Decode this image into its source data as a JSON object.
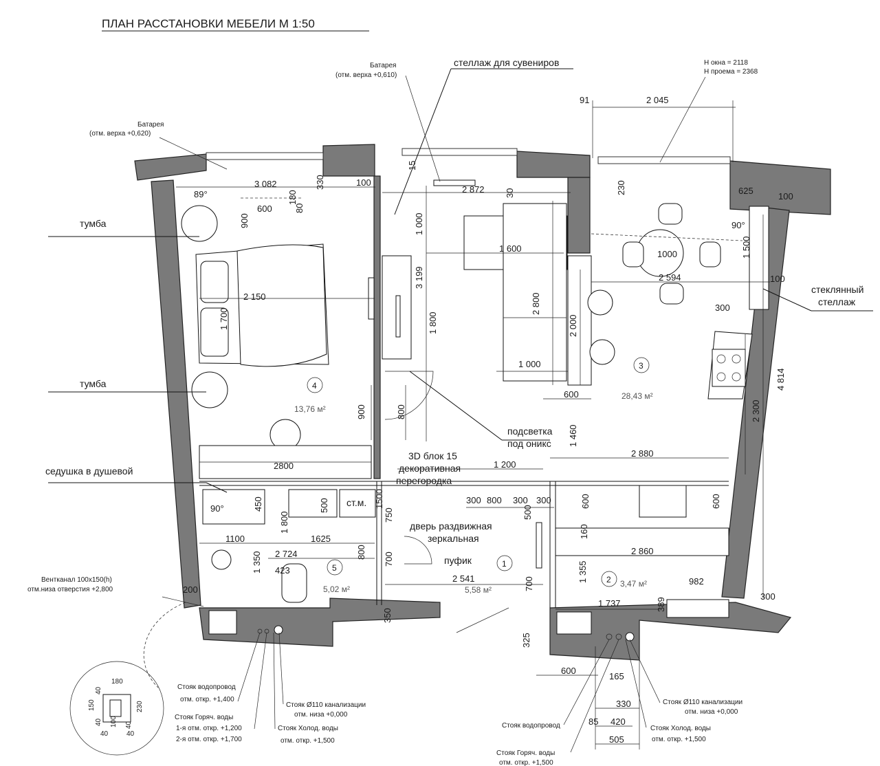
{
  "title": "ПЛАН РАССТАНОВКИ МЕБЕЛИ   М 1:50",
  "callouts": {
    "battery1": "Батарея",
    "battery1_sub": "(отм. верха +0,620)",
    "battery2": "Батарея",
    "battery2_sub": "(отм. верха +0,610)",
    "souvenir_shelf": "стеллаж для сувениров",
    "window_h": "Н окна = 2118",
    "opening_h": "Н проема = 2368",
    "tumba1": "тумба",
    "tumba2": "тумба",
    "glass_shelf_1": "стеклянный",
    "glass_shelf_2": "стеллаж",
    "shower_seat": "седушка в душевой",
    "onyx_light_1": "подсветка",
    "onyx_light_2": "под оникс",
    "block_1": "3D блок 15",
    "block_2": "декоративная",
    "block_3": "перегородка",
    "mirror_door_1": "дверь раздвижная",
    "mirror_door_2": "зеркальная",
    "pouf": "пуфик",
    "vent_1": "Вентканал 100х150(h)",
    "vent_2": "отм.низа отверстия +2,800",
    "riser_water_l1": "Стояк водопровод",
    "riser_water_l2": "отм. откр. +1,400",
    "riser_hot_l1": "Стояк Горяч. воды",
    "riser_hot_l2": "1-я отм. откр. +1,200",
    "riser_hot_l3": "2-я отм. откр. +1,700",
    "riser_sewer_l1": "Стояк Ø110 канализации",
    "riser_sewer_l2": "отм. низа +0,000",
    "riser_cold_l1": "Стояк Холод. воды",
    "riser_cold_l2": "отм. откр. +1,500",
    "riser_water_r": "Стояк водопровод",
    "riser_hot_r1": "Стояк Горяч. воды",
    "riser_hot_r2": "отм. откр. +1,500",
    "riser_sewer_r1": "Стояк Ø110 канализации",
    "riser_sewer_r2": "отм. низа +0,000",
    "riser_cold_r1": "Стояк Холод. воды",
    "riser_cold_r2": "отм. откр. +1,500",
    "washer": "ст.м."
  },
  "rooms": [
    {
      "number": "4",
      "area": "13,76 м²"
    },
    {
      "number": "3",
      "area": "28,43 м²"
    },
    {
      "number": "5",
      "area": "5,02 м²"
    },
    {
      "number": "1",
      "area": "5,58 м²"
    },
    {
      "number": "2",
      "area": "3,47 м²"
    }
  ],
  "dims": {
    "d91": "91",
    "d2045": "2 045",
    "d230": "230",
    "d625": "625",
    "d100a": "100",
    "d3082": "3 082",
    "d330": "330",
    "d100b": "100",
    "d89": "89°",
    "d600a": "600",
    "d180": "180",
    "d80": "80",
    "d900a": "900",
    "d15": "15",
    "d2872": "2 872",
    "d30": "30",
    "d1000a": "1 000",
    "d3199": "3 199",
    "d1800a": "1 800",
    "d1600": "1 600",
    "d2800": "2 800",
    "d2000": "2 000",
    "d1000b": "1 000",
    "d600b": "600",
    "d2150": "2 150",
    "d1700": "1 700",
    "d1000c": "1000",
    "d2594": "2 594",
    "d1500": "1 500",
    "d90a": "90°",
    "d100c": "100",
    "d300a": "300",
    "d4814": "4 814",
    "d2300": "2 300",
    "d900b": "900",
    "d800a": "800",
    "d1460": "1 460",
    "d2880": "2 880",
    "d1200": "1 200",
    "d2800b": "2800",
    "d1500b": "1500",
    "d450": "450",
    "d1800b": "1 800",
    "d500": "500",
    "d750": "750",
    "d90b": "90°",
    "d1100": "1100",
    "d1625": "1625",
    "d300b": "300",
    "d800b": "800",
    "d300c": "300",
    "d300d": "300",
    "d600c": "600",
    "d600d": "600",
    "d500b": "500",
    "d160": "160",
    "d1350": "1 350",
    "d2724": "2 724",
    "d800c": "800",
    "d700a": "700",
    "d423": "423",
    "d2541": "2 541",
    "d2860": "2 860",
    "d1355": "1 355",
    "d982": "982",
    "d700b": "700",
    "d200": "200",
    "d1737": "1 737",
    "d389": "389",
    "d300e": "300",
    "d350": "350",
    "d325": "325",
    "d600e": "600",
    "d165": "165",
    "d330b": "330",
    "d85": "85",
    "d420": "420",
    "d505": "505",
    "v180": "180",
    "v40a": "40",
    "v150": "150",
    "v230": "230",
    "v40b": "40",
    "v100": "100",
    "v40c": "40",
    "v40d": "40",
    "v40e": "40"
  }
}
